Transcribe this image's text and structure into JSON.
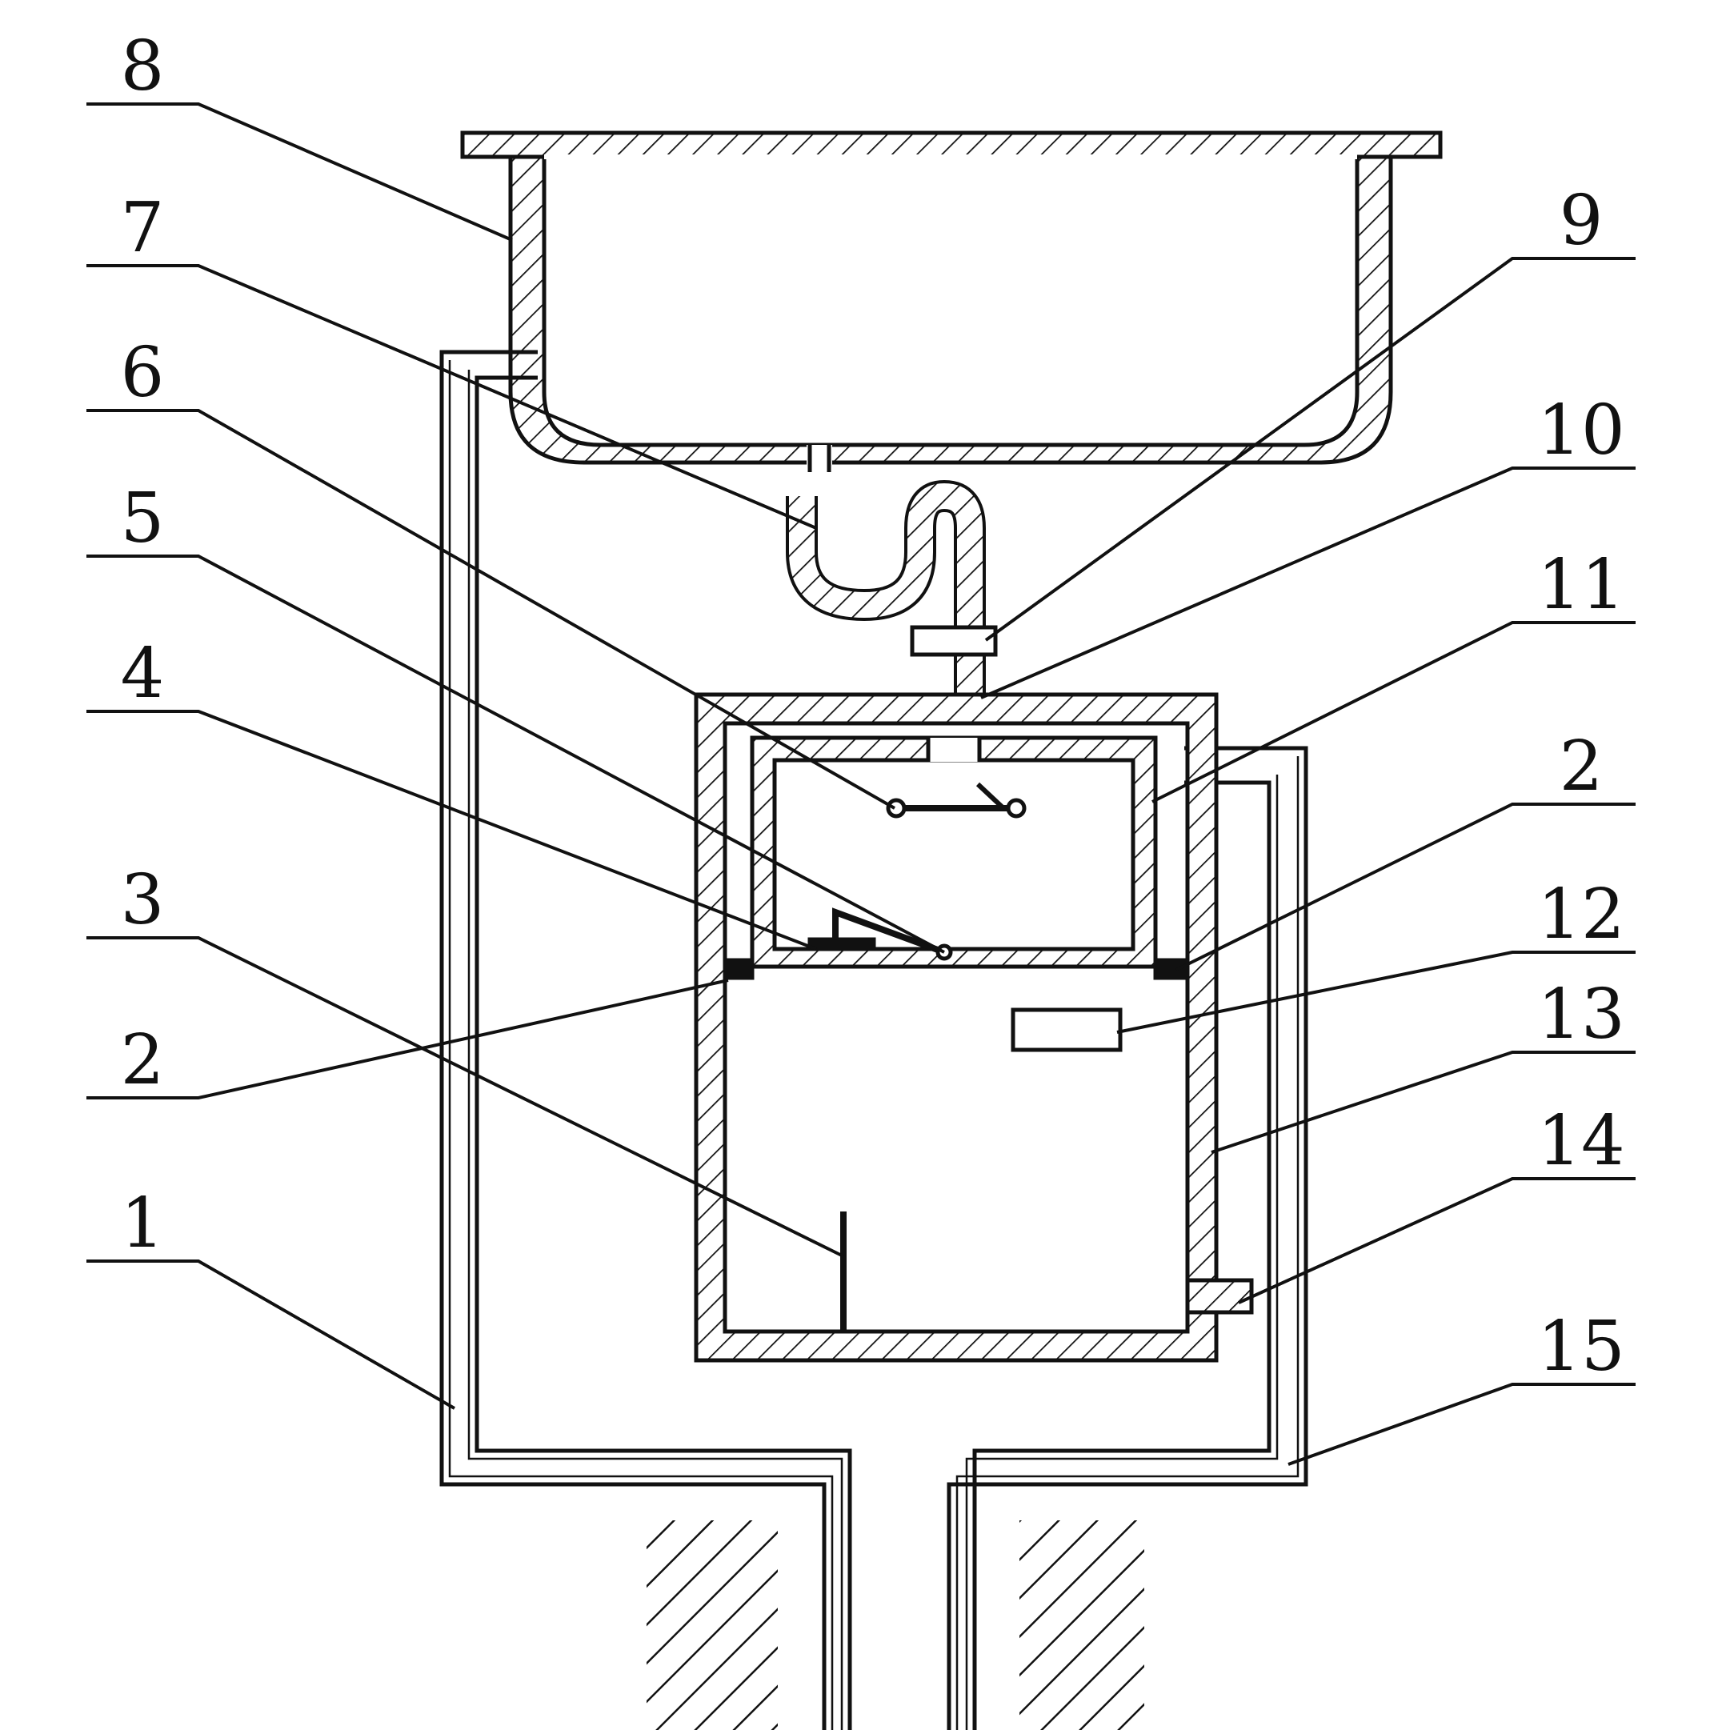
{
  "diagram": {
    "labels": {
      "l8": "8",
      "l7": "7",
      "l6": "6",
      "l5": "5",
      "l4": "4",
      "l3": "3",
      "l2a": "2",
      "l1": "1",
      "l9": "9",
      "l10": "10",
      "l11": "11",
      "l2b": "2",
      "l12": "12",
      "l13": "13",
      "l14": "14",
      "l15": "15"
    }
  }
}
